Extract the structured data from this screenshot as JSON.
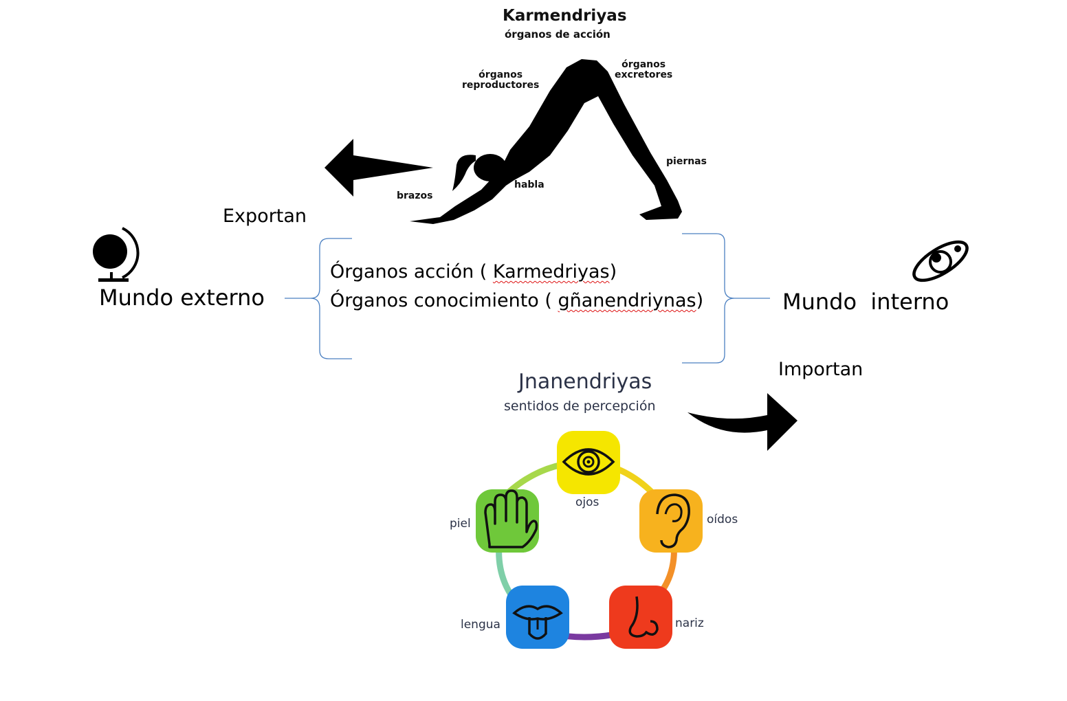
{
  "karmendriyas": {
    "title": "Karmendriyas",
    "subtitle": "órganos de acción",
    "labels": {
      "reproductores": "órganos\nreproductores",
      "excretores": "órganos\nexcretores",
      "piernas": "piernas",
      "habla": "habla",
      "brazos": "brazos"
    }
  },
  "exportan": "Exportan",
  "importan": "Importan",
  "mundo_externo": "Mundo externo",
  "mundo_interno": "Mundo  interno",
  "center": {
    "line1_prefix": "Órganos acción ( ",
    "line1_word": "Karmedriyas",
    "line1_suffix": ")",
    "line2_prefix": "Órganos conocimiento ( ",
    "line2_word": "gñanendriynas",
    "line2_suffix": ")"
  },
  "jnanendriyas": {
    "title": "Jnanendriyas",
    "subtitle": "sentidos de percepción",
    "senses": {
      "ojos": "ojos",
      "oidos": "oídos",
      "nariz": "nariz",
      "lengua": "lengua",
      "piel": "piel"
    }
  },
  "colors": {
    "ojos": "#f5e600",
    "oidos": "#f7b21e",
    "nariz": "#ee3a1d",
    "lengua": "#1e84e0",
    "piel": "#6fc83a",
    "brace": "#4a7fc1"
  },
  "icons": [
    "yoga-figure-icon",
    "left-arrow-icon",
    "right-arrow-icon",
    "globe-icon",
    "orbit-icon",
    "eye-icon",
    "ear-icon",
    "nose-icon",
    "tongue-icon",
    "hand-icon"
  ]
}
